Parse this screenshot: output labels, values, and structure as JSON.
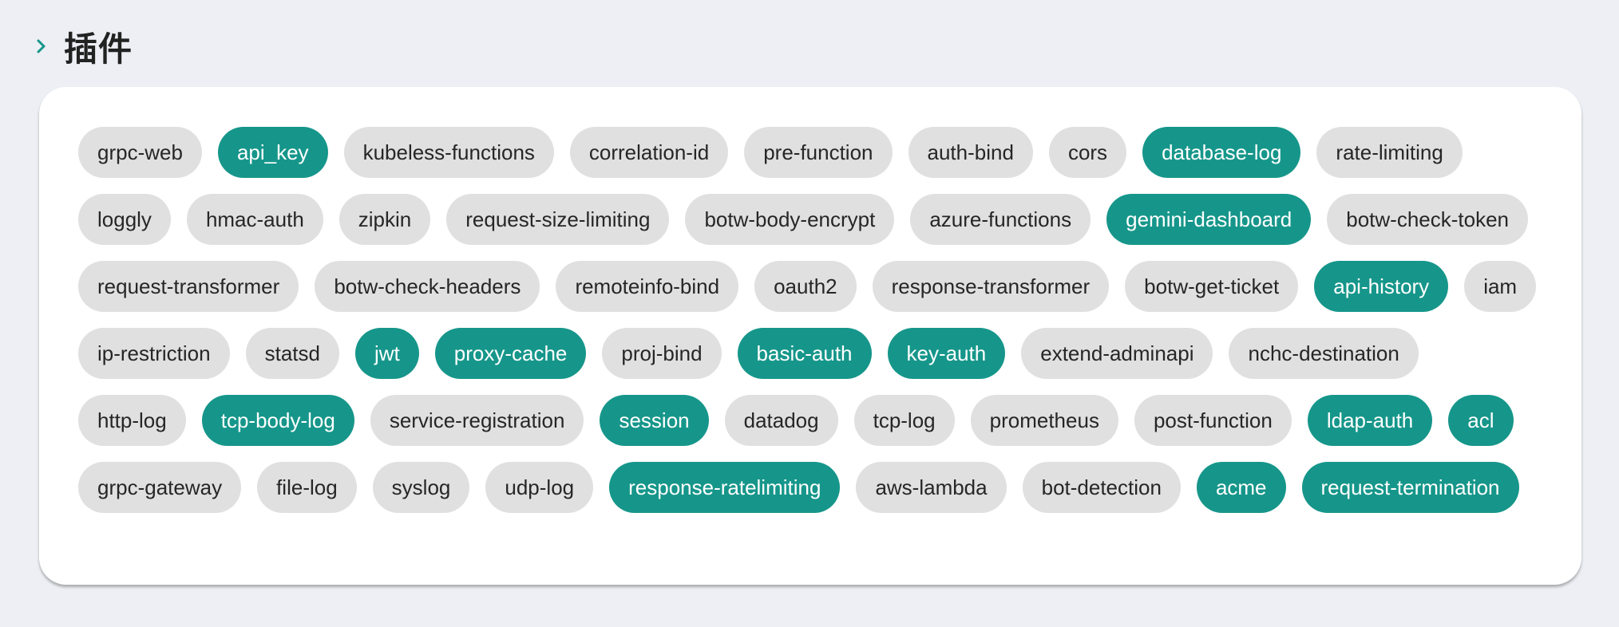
{
  "section": {
    "title": "插件"
  },
  "colors": {
    "accent": "#16968a",
    "tag_inactive_bg": "#e0e0e0",
    "page_bg": "#edeff4"
  },
  "plugin_rows": [
    [
      {
        "label": "grpc-web",
        "active": false
      },
      {
        "label": "api_key",
        "active": true
      },
      {
        "label": "kubeless-functions",
        "active": false
      },
      {
        "label": "correlation-id",
        "active": false
      },
      {
        "label": "pre-function",
        "active": false
      },
      {
        "label": "auth-bind",
        "active": false
      },
      {
        "label": "cors",
        "active": false
      },
      {
        "label": "database-log",
        "active": true
      },
      {
        "label": "rate-limiting",
        "active": false
      }
    ],
    [
      {
        "label": "loggly",
        "active": false
      },
      {
        "label": "hmac-auth",
        "active": false
      },
      {
        "label": "zipkin",
        "active": false
      },
      {
        "label": "request-size-limiting",
        "active": false
      },
      {
        "label": "botw-body-encrypt",
        "active": false
      },
      {
        "label": "azure-functions",
        "active": false
      },
      {
        "label": "gemini-dashboard",
        "active": true
      },
      {
        "label": "botw-check-token",
        "active": false
      }
    ],
    [
      {
        "label": "request-transformer",
        "active": false
      },
      {
        "label": "botw-check-headers",
        "active": false
      },
      {
        "label": "remoteinfo-bind",
        "active": false
      },
      {
        "label": "oauth2",
        "active": false
      },
      {
        "label": "response-transformer",
        "active": false
      },
      {
        "label": "botw-get-ticket",
        "active": false
      },
      {
        "label": "api-history",
        "active": true
      },
      {
        "label": "iam",
        "active": false
      }
    ],
    [
      {
        "label": "ip-restriction",
        "active": false
      },
      {
        "label": "statsd",
        "active": false
      },
      {
        "label": "jwt",
        "active": true
      },
      {
        "label": "proxy-cache",
        "active": true
      },
      {
        "label": "proj-bind",
        "active": false
      },
      {
        "label": "basic-auth",
        "active": true
      },
      {
        "label": "key-auth",
        "active": true
      },
      {
        "label": "extend-adminapi",
        "active": false
      },
      {
        "label": "nchc-destination",
        "active": false
      }
    ],
    [
      {
        "label": "http-log",
        "active": false
      },
      {
        "label": "tcp-body-log",
        "active": true
      },
      {
        "label": "service-registration",
        "active": false
      },
      {
        "label": "session",
        "active": true
      },
      {
        "label": "datadog",
        "active": false
      },
      {
        "label": "tcp-log",
        "active": false
      },
      {
        "label": "prometheus",
        "active": false
      },
      {
        "label": "post-function",
        "active": false
      },
      {
        "label": "ldap-auth",
        "active": true
      },
      {
        "label": "acl",
        "active": true
      }
    ],
    [
      {
        "label": "grpc-gateway",
        "active": false
      },
      {
        "label": "file-log",
        "active": false
      },
      {
        "label": "syslog",
        "active": false
      },
      {
        "label": "udp-log",
        "active": false
      },
      {
        "label": "response-ratelimiting",
        "active": true
      },
      {
        "label": "aws-lambda",
        "active": false
      },
      {
        "label": "bot-detection",
        "active": false
      },
      {
        "label": "acme",
        "active": true
      },
      {
        "label": "request-termination",
        "active": true
      }
    ]
  ]
}
